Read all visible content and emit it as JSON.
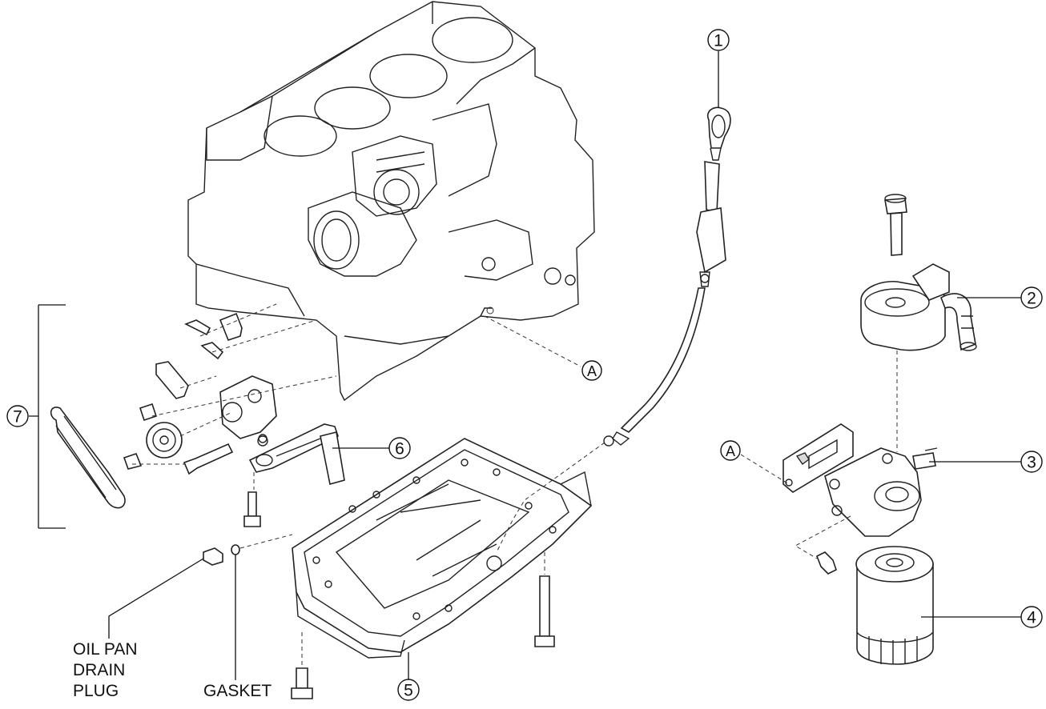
{
  "callouts": {
    "c1": "1",
    "c2": "2",
    "c3": "3",
    "c4": "4",
    "c5": "5",
    "c6": "6",
    "c7": "7",
    "ref_a_block": "A",
    "ref_a_adapter": "A"
  },
  "labels": {
    "drain_plug_line1": "OIL PAN",
    "drain_plug_line2": "DRAIN",
    "drain_plug_line3": "PLUG",
    "gasket": "GASKET"
  }
}
